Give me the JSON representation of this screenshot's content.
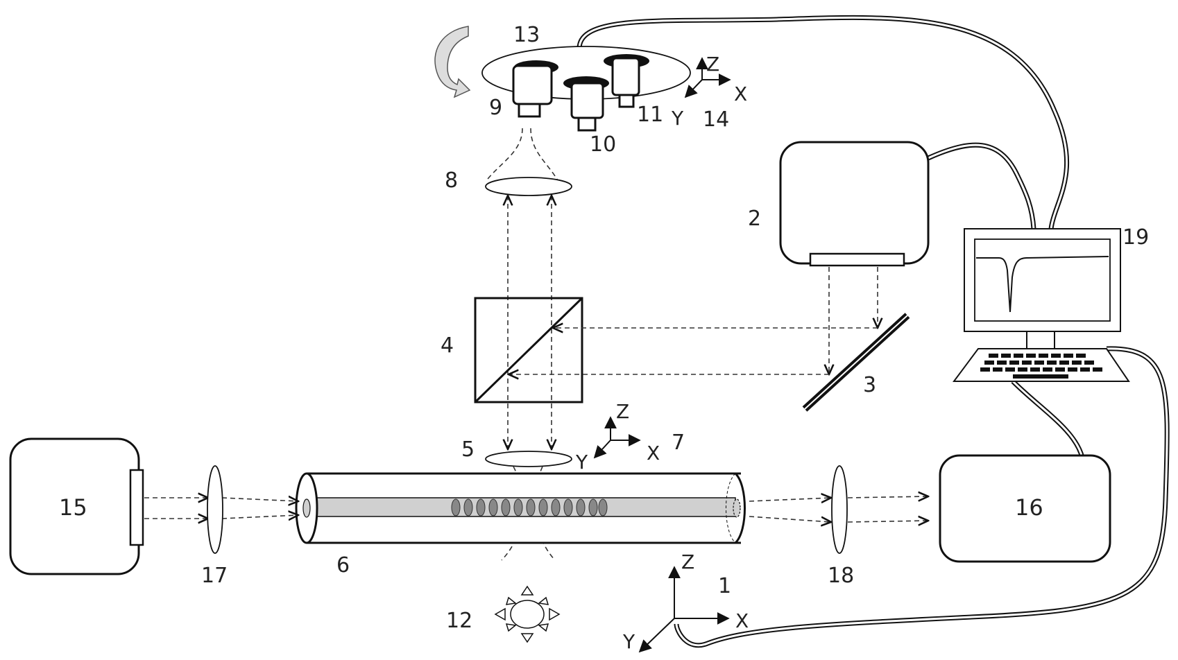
{
  "labels": {
    "stage": "1",
    "laser_source": "2",
    "mirror": "3",
    "beam_splitter": "4",
    "lens_lower": "5",
    "tube": "6",
    "coord_top_axes": "7",
    "lens_upper": "8",
    "objective_1": "9",
    "objective_2": "10",
    "objective_3": "11",
    "light_source": "12",
    "turret": "13",
    "coord_turret_axes": "14",
    "left_box": "15",
    "right_box": "16",
    "lens_left": "17",
    "lens_right": "18",
    "computer": "19"
  },
  "axes": {
    "x": "X",
    "y": "Y",
    "z": "Z"
  },
  "colors": {
    "line": "#111111",
    "grating_fill": "#888888",
    "core_fill": "#d0d0d0",
    "arrow_fill": "#cccccc"
  },
  "icons": {
    "rotation": "rotation-arrow-icon",
    "light": "sun-icon",
    "computer": "computer-monitor-icon"
  }
}
